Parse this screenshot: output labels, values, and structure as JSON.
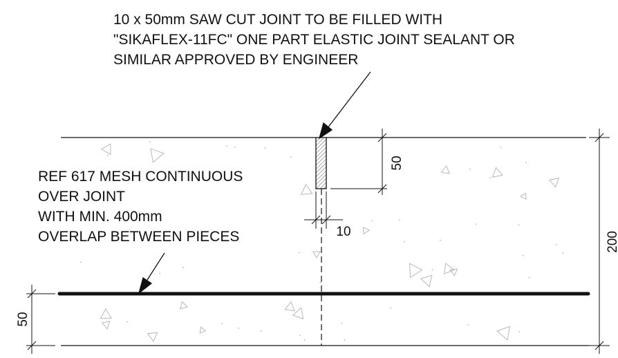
{
  "annotations": {
    "saw_cut_note": {
      "line1": "10 x 50mm SAW CUT JOINT TO BE FILLED WITH",
      "line2": "\"SIKAFLEX-11FC\" ONE PART ELASTIC JOINT SEALANT OR",
      "line3": "SIMILAR APPROVED BY ENGINEER"
    },
    "mesh_note": {
      "line1": "REF 617 MESH CONTINUOUS",
      "line2": "OVER JOINT",
      "line3": "WITH MIN. 400mm",
      "line4": "OVERLAP BETWEEN PIECES"
    }
  },
  "dimensions": {
    "cut_depth": "50",
    "cut_width": "10",
    "slab_thickness": "200",
    "mesh_cover": "50"
  },
  "colors": {
    "line": "#111111",
    "aggregate": "#b8b8b8",
    "hatch": "#555555"
  }
}
